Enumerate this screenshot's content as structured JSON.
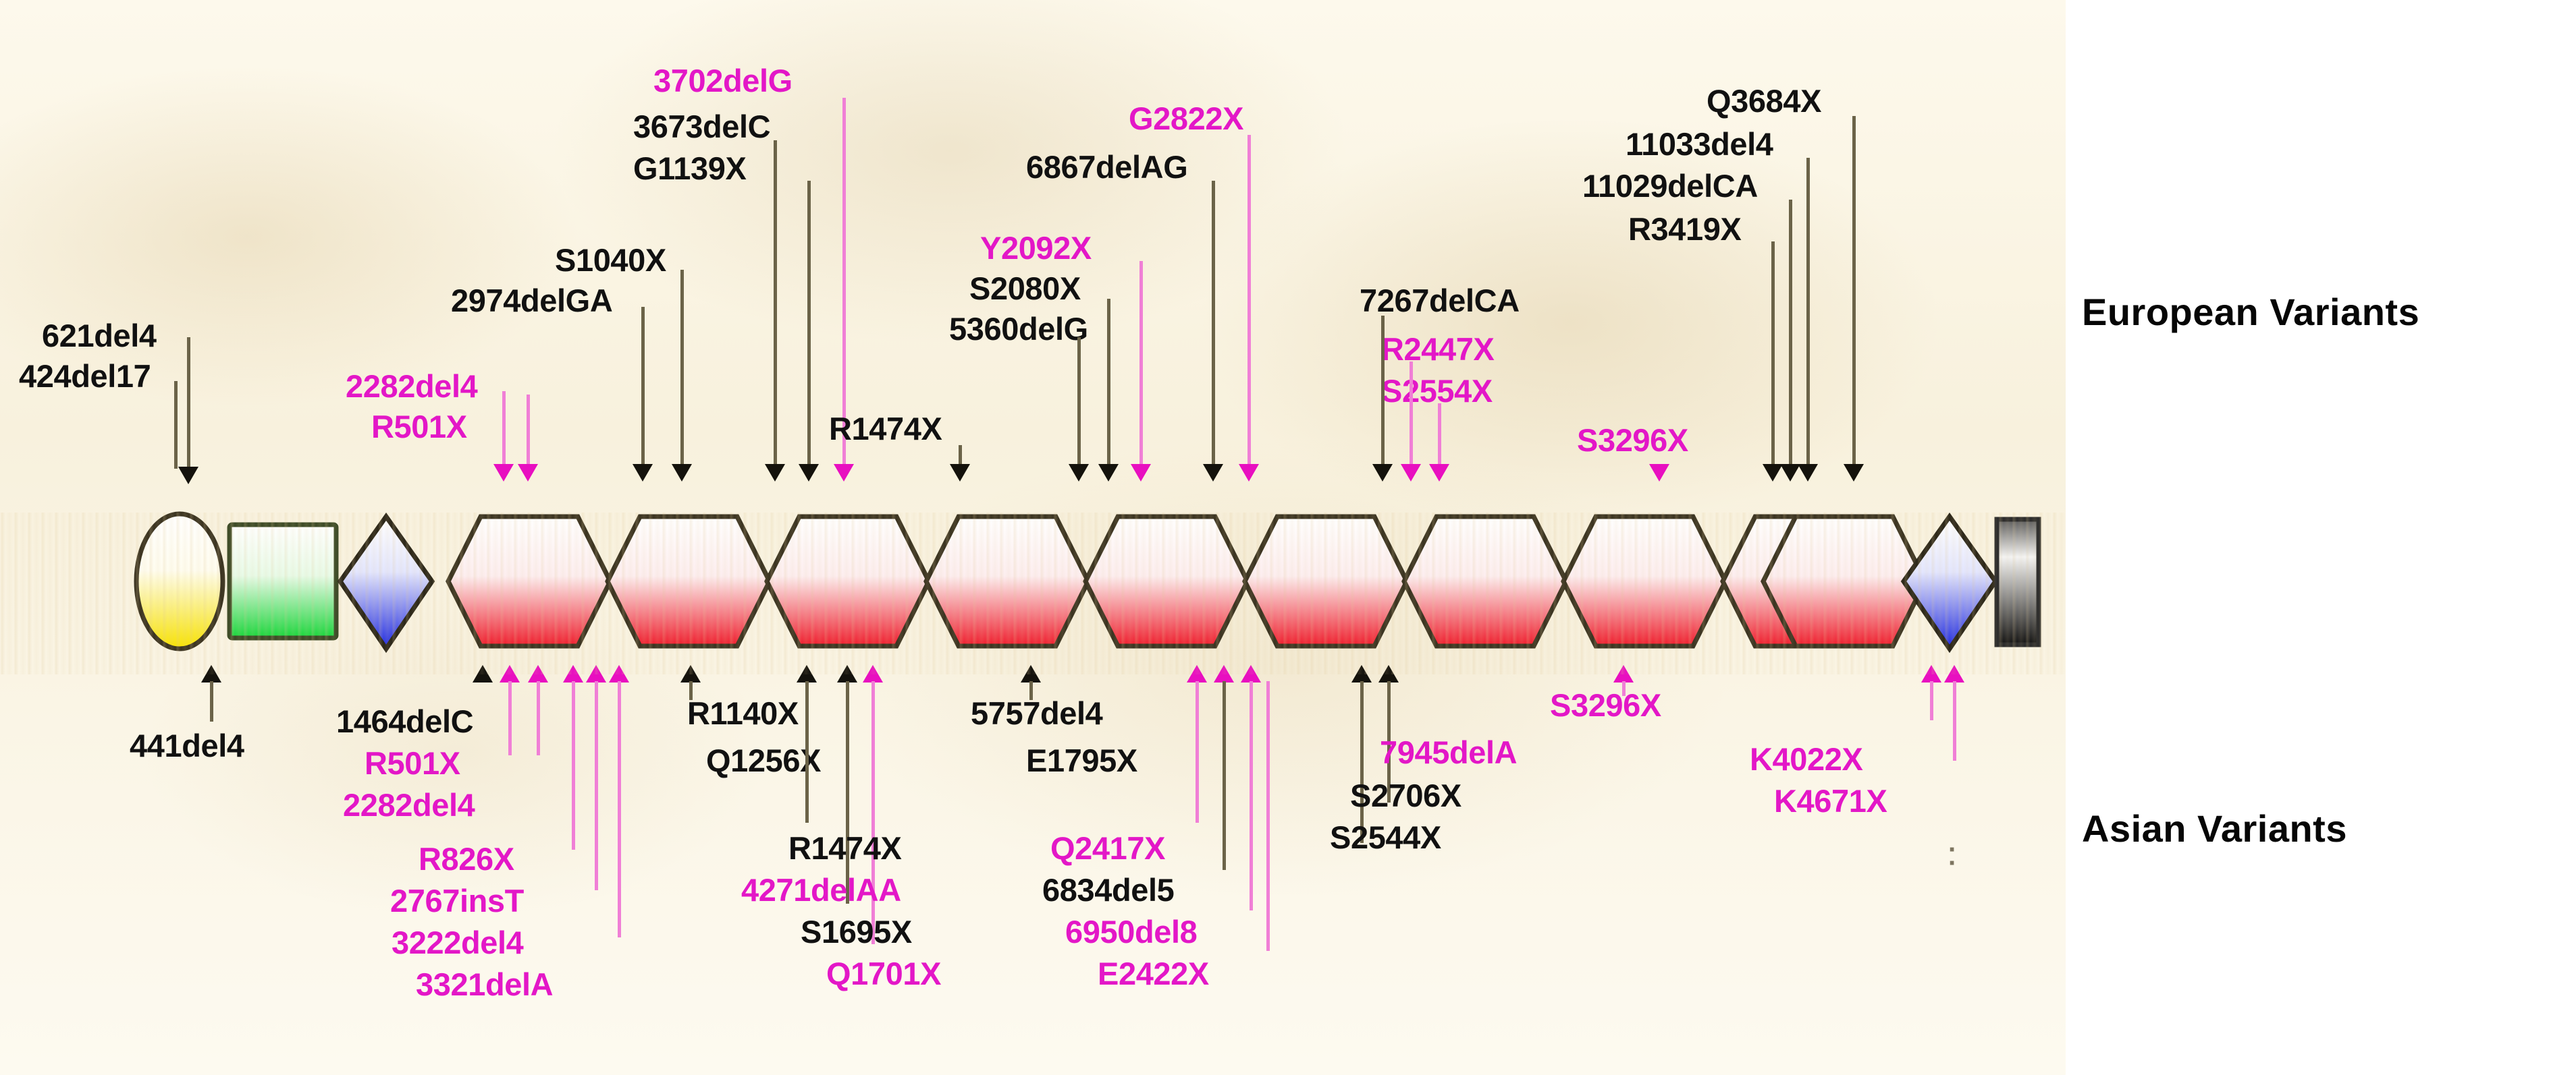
{
  "figure": {
    "legend": {
      "european": "European Variants",
      "asian": "Asian Variants"
    },
    "colors": {
      "european_label": "#111111",
      "asian_label": "#e317c7",
      "european_arrow": "#14120c",
      "asian_arrow": "#e80fc0",
      "background": "#fbf6e6",
      "hexagon_fill": "#ef1b2c",
      "ellipse_fill": "#f7e200",
      "square_fill": "#17d63a",
      "diamond_fill": "#1c27e0",
      "terminal_fill": "#1a1a1a"
    },
    "domains": [
      {
        "name": "n-terminal-ellipse",
        "shape": "ellipse",
        "color": "#f7e200"
      },
      {
        "name": "green-square-domain",
        "shape": "square",
        "color": "#17d63a"
      },
      {
        "name": "blue-diamond-domain-left",
        "shape": "diamond",
        "color": "#1c27e0"
      },
      {
        "name": "repeat-hexagon-1",
        "shape": "hexagon",
        "color": "#ef1b2c"
      },
      {
        "name": "repeat-hexagon-2",
        "shape": "hexagon",
        "color": "#ef1b2c"
      },
      {
        "name": "repeat-hexagon-3",
        "shape": "hexagon",
        "color": "#ef1b2c"
      },
      {
        "name": "repeat-hexagon-4",
        "shape": "hexagon",
        "color": "#ef1b2c"
      },
      {
        "name": "repeat-hexagon-5",
        "shape": "hexagon",
        "color": "#ef1b2c"
      },
      {
        "name": "repeat-hexagon-6",
        "shape": "hexagon",
        "color": "#ef1b2c"
      },
      {
        "name": "repeat-hexagon-7",
        "shape": "hexagon",
        "color": "#ef1b2c"
      },
      {
        "name": "repeat-hexagon-8",
        "shape": "hexagon",
        "color": "#ef1b2c"
      },
      {
        "name": "repeat-hexagon-9",
        "shape": "hexagon",
        "color": "#ef1b2c"
      },
      {
        "name": "repeat-hexagon-10",
        "shape": "hexagon",
        "color": "#ef1b2c"
      },
      {
        "name": "blue-diamond-domain-right",
        "shape": "diamond",
        "color": "#1c27e0"
      },
      {
        "name": "c-terminal-bar",
        "shape": "rectangle",
        "color": "#1a1a1a"
      }
    ],
    "top_labels": [
      {
        "text": "621del4",
        "group": "european"
      },
      {
        "text": "424del17",
        "group": "european"
      },
      {
        "text": "2282del4",
        "group": "asian"
      },
      {
        "text": "R501X",
        "group": "asian"
      },
      {
        "text": "S1040X",
        "group": "european"
      },
      {
        "text": "2974delGA",
        "group": "european"
      },
      {
        "text": "3702delG",
        "group": "asian"
      },
      {
        "text": "3673delC",
        "group": "european"
      },
      {
        "text": "G1139X",
        "group": "european"
      },
      {
        "text": "R1474X",
        "group": "european"
      },
      {
        "text": "G2822X",
        "group": "asian"
      },
      {
        "text": "6867delAG",
        "group": "european"
      },
      {
        "text": "Y2092X",
        "group": "asian"
      },
      {
        "text": "S2080X",
        "group": "european"
      },
      {
        "text": "5360delG",
        "group": "european"
      },
      {
        "text": "7267delCA",
        "group": "european"
      },
      {
        "text": "R2447X",
        "group": "asian"
      },
      {
        "text": "S2554X",
        "group": "asian"
      },
      {
        "text": "S3296X",
        "group": "asian"
      },
      {
        "text": "Q3684X",
        "group": "european"
      },
      {
        "text": "11033del4",
        "group": "european"
      },
      {
        "text": "11029delCA",
        "group": "european"
      },
      {
        "text": "R3419X",
        "group": "european"
      }
    ],
    "bottom_labels": [
      {
        "text": "441del4",
        "group": "european"
      },
      {
        "text": "1464delC",
        "group": "european"
      },
      {
        "text": "R501X",
        "group": "asian"
      },
      {
        "text": "2282del4",
        "group": "asian"
      },
      {
        "text": "R826X",
        "group": "asian"
      },
      {
        "text": "2767insT",
        "group": "asian"
      },
      {
        "text": "3222del4",
        "group": "asian"
      },
      {
        "text": "3321delA",
        "group": "asian"
      },
      {
        "text": "R1140X",
        "group": "european"
      },
      {
        "text": "Q1256X",
        "group": "european"
      },
      {
        "text": "R1474X",
        "group": "european"
      },
      {
        "text": "4271delAA",
        "group": "asian"
      },
      {
        "text": "S1695X",
        "group": "european"
      },
      {
        "text": "Q1701X",
        "group": "asian"
      },
      {
        "text": "5757del4",
        "group": "european"
      },
      {
        "text": "E1795X",
        "group": "european"
      },
      {
        "text": "Q2417X",
        "group": "asian"
      },
      {
        "text": "6834del5",
        "group": "european"
      },
      {
        "text": "6950del8",
        "group": "asian"
      },
      {
        "text": "E2422X",
        "group": "asian"
      },
      {
        "text": "7945delA",
        "group": "asian"
      },
      {
        "text": "S2706X",
        "group": "european"
      },
      {
        "text": "S2544X",
        "group": "european"
      },
      {
        "text": "S3296X",
        "group": "asian"
      },
      {
        "text": "K4022X",
        "group": "asian"
      },
      {
        "text": "K4671X",
        "group": "asian"
      }
    ]
  }
}
